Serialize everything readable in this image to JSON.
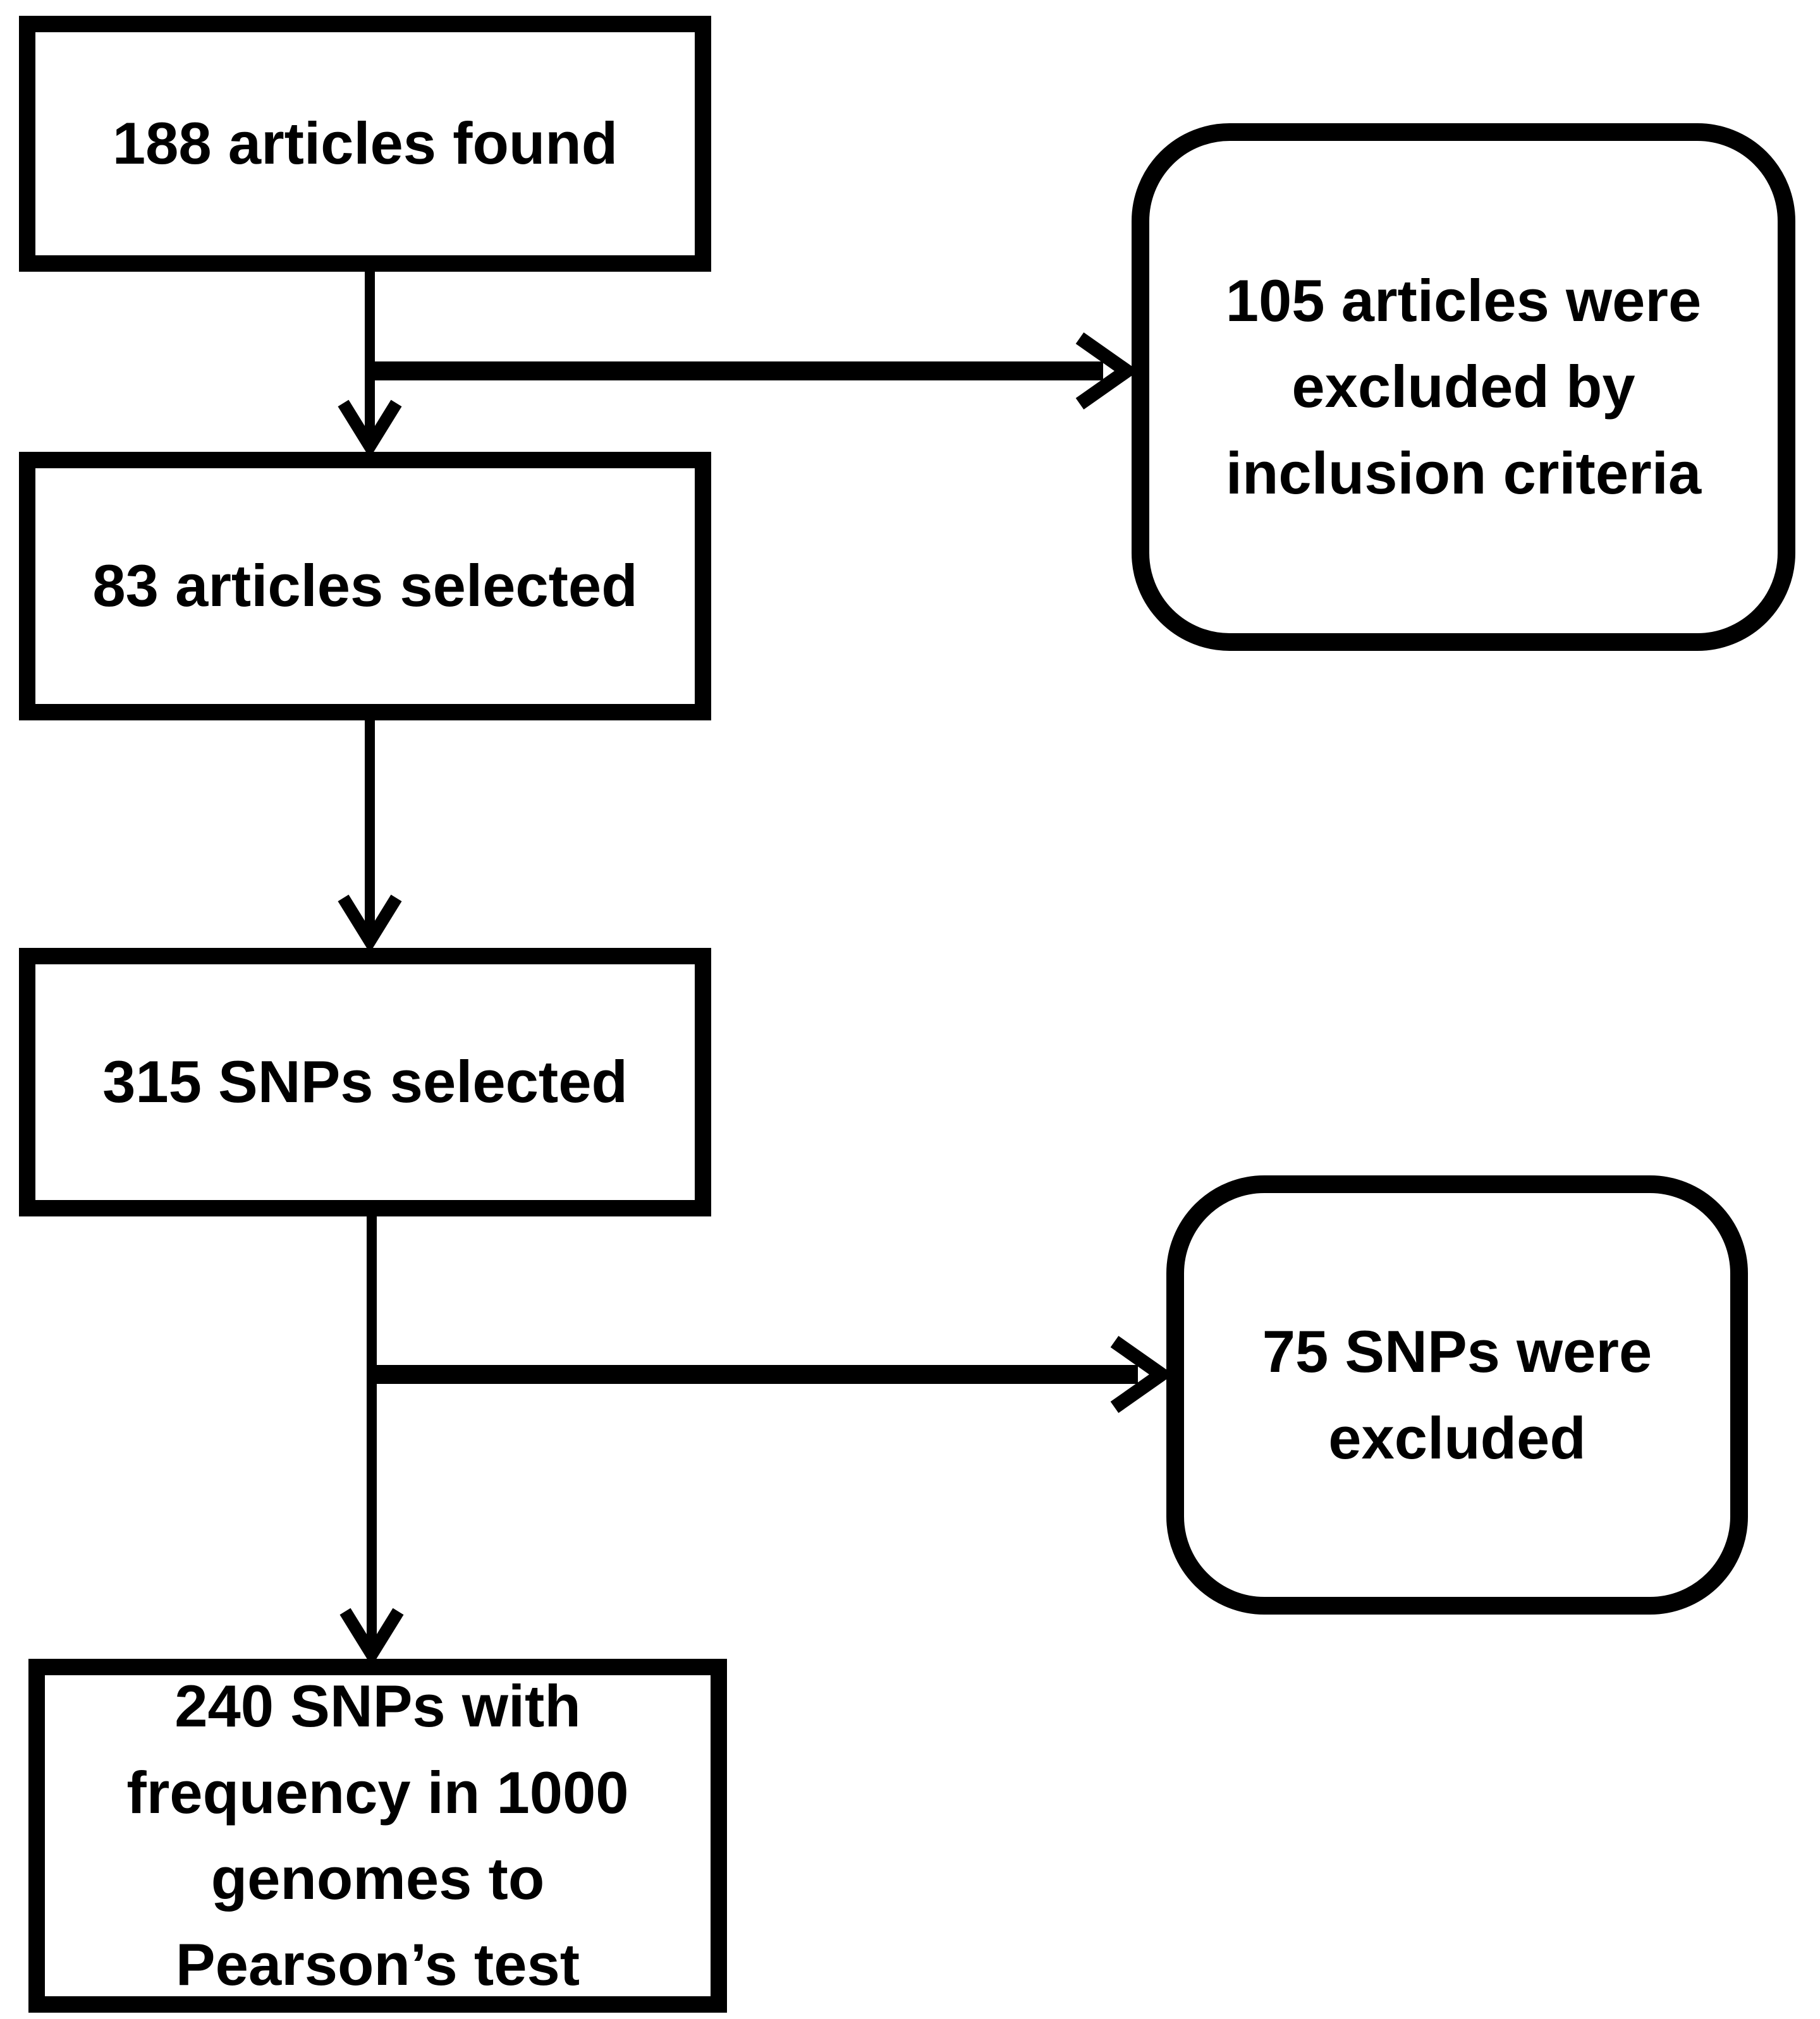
{
  "colors": {
    "background": "#ffffff",
    "line": "#000000",
    "text": "#000000"
  },
  "flowchart": {
    "nodes": [
      {
        "id": "articles-found",
        "shape": "rectangle",
        "label": "188 articles found"
      },
      {
        "id": "articles-excluded",
        "shape": "rounded",
        "label": "105 articles were excluded by inclusion criteria"
      },
      {
        "id": "articles-selected",
        "shape": "rectangle",
        "label": "83 articles selected"
      },
      {
        "id": "snps-selected",
        "shape": "rectangle",
        "label": "315 SNPs selected"
      },
      {
        "id": "snps-excluded",
        "shape": "rounded",
        "label": "75 SNPs were excluded"
      },
      {
        "id": "snps-final",
        "shape": "rectangle",
        "label": "240 SNPs with frequency in 1000 genomes to Pearson’s test"
      }
    ],
    "edges": [
      {
        "from": "articles-found",
        "to": "articles-selected",
        "type": "arrow"
      },
      {
        "from": "articles-found",
        "to": "articles-excluded",
        "type": "arrow"
      },
      {
        "from": "articles-selected",
        "to": "snps-selected",
        "type": "arrow"
      },
      {
        "from": "snps-selected",
        "to": "snps-excluded",
        "type": "arrow"
      },
      {
        "from": "snps-selected",
        "to": "snps-final",
        "type": "arrow"
      }
    ]
  }
}
